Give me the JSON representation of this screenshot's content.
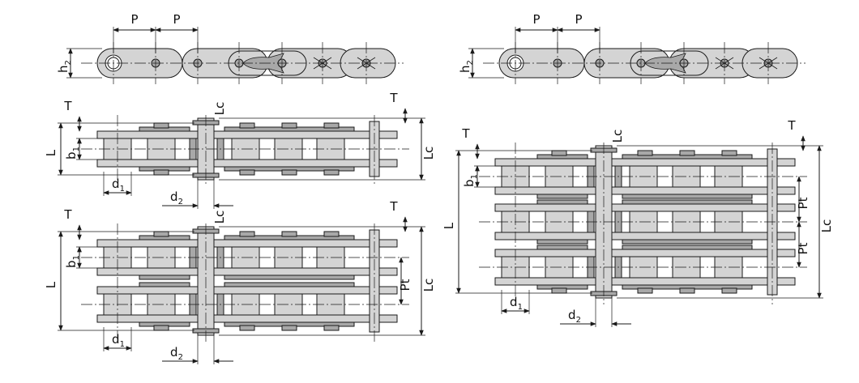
{
  "labels": {
    "pitch": "P",
    "plate_height": "h",
    "plate_height_sub": "2",
    "plate_thickness": "T",
    "connecting_pin_length": "Lc",
    "pin_length": "L",
    "inner_width": "b",
    "inner_width_sub": "1",
    "roller_diameter": "d",
    "roller_diameter_sub": "1",
    "pin_diameter": "d",
    "pin_diameter_sub": "2",
    "transverse_pitch": "Pt"
  },
  "colors": {
    "plate_fill": "#d4d4d4",
    "plate_dark": "#a8a8a8",
    "outline": "#1a1a1a",
    "background": "#ffffff"
  },
  "views": [
    {
      "name": "side-view-left"
    },
    {
      "name": "side-view-right"
    },
    {
      "name": "simplex-top-view",
      "strands": 1
    },
    {
      "name": "duplex-top-view",
      "strands": 2
    },
    {
      "name": "triplex-top-view",
      "strands": 3
    }
  ]
}
